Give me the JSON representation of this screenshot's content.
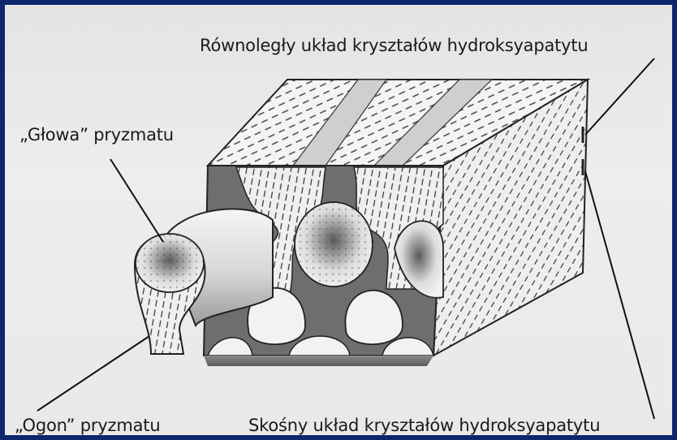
{
  "labels": {
    "parallel": "Równoległy układ kryształów hydroksyapatytu",
    "head": "„Głowa” pryzmatu",
    "tail": "„Ogon” pryzmatu",
    "oblique": "Skośny układ kryształów hydroksyapatytu"
  },
  "colors": {
    "frame": "#0d2670",
    "paper": "#ececea",
    "ink": "#1a1a1a"
  }
}
